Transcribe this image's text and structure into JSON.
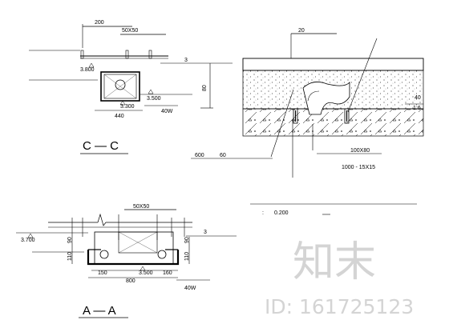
{
  "section_cc": {
    "title": "C — C",
    "dim_200": "200",
    "dim_50x50": "50X50",
    "dim_3": "3",
    "elev_3800": "3.800",
    "elev_3500": "3.500",
    "elev_3300": "3.300",
    "dim_80": "80",
    "dim_440": "440",
    "dim_40w": "40W"
  },
  "detail": {
    "dim_20": "20",
    "dim_40": "40",
    "dim_16": "1:6",
    "dim_600": "600",
    "dim_60": "60",
    "dim_100x80": "100X80",
    "dim_1000_15x15": "1000  -   15X15"
  },
  "note": {
    "prefix": ":",
    "value": "0.200"
  },
  "section_aa": {
    "title": "A — A",
    "dim_50x50": "50X50",
    "dim_3": "3",
    "elev_3700": "3.700",
    "elev_3500": "3.500",
    "dim_90_left": "90",
    "dim_90_right": "90",
    "dim_110_left": "110",
    "dim_110_right": "110",
    "dim_150": "150",
    "dim_800": "800",
    "dim_160": "160",
    "dim_40w": "40W"
  },
  "watermark": {
    "logo_text": "知末",
    "id_text": "ID: 161725123"
  }
}
